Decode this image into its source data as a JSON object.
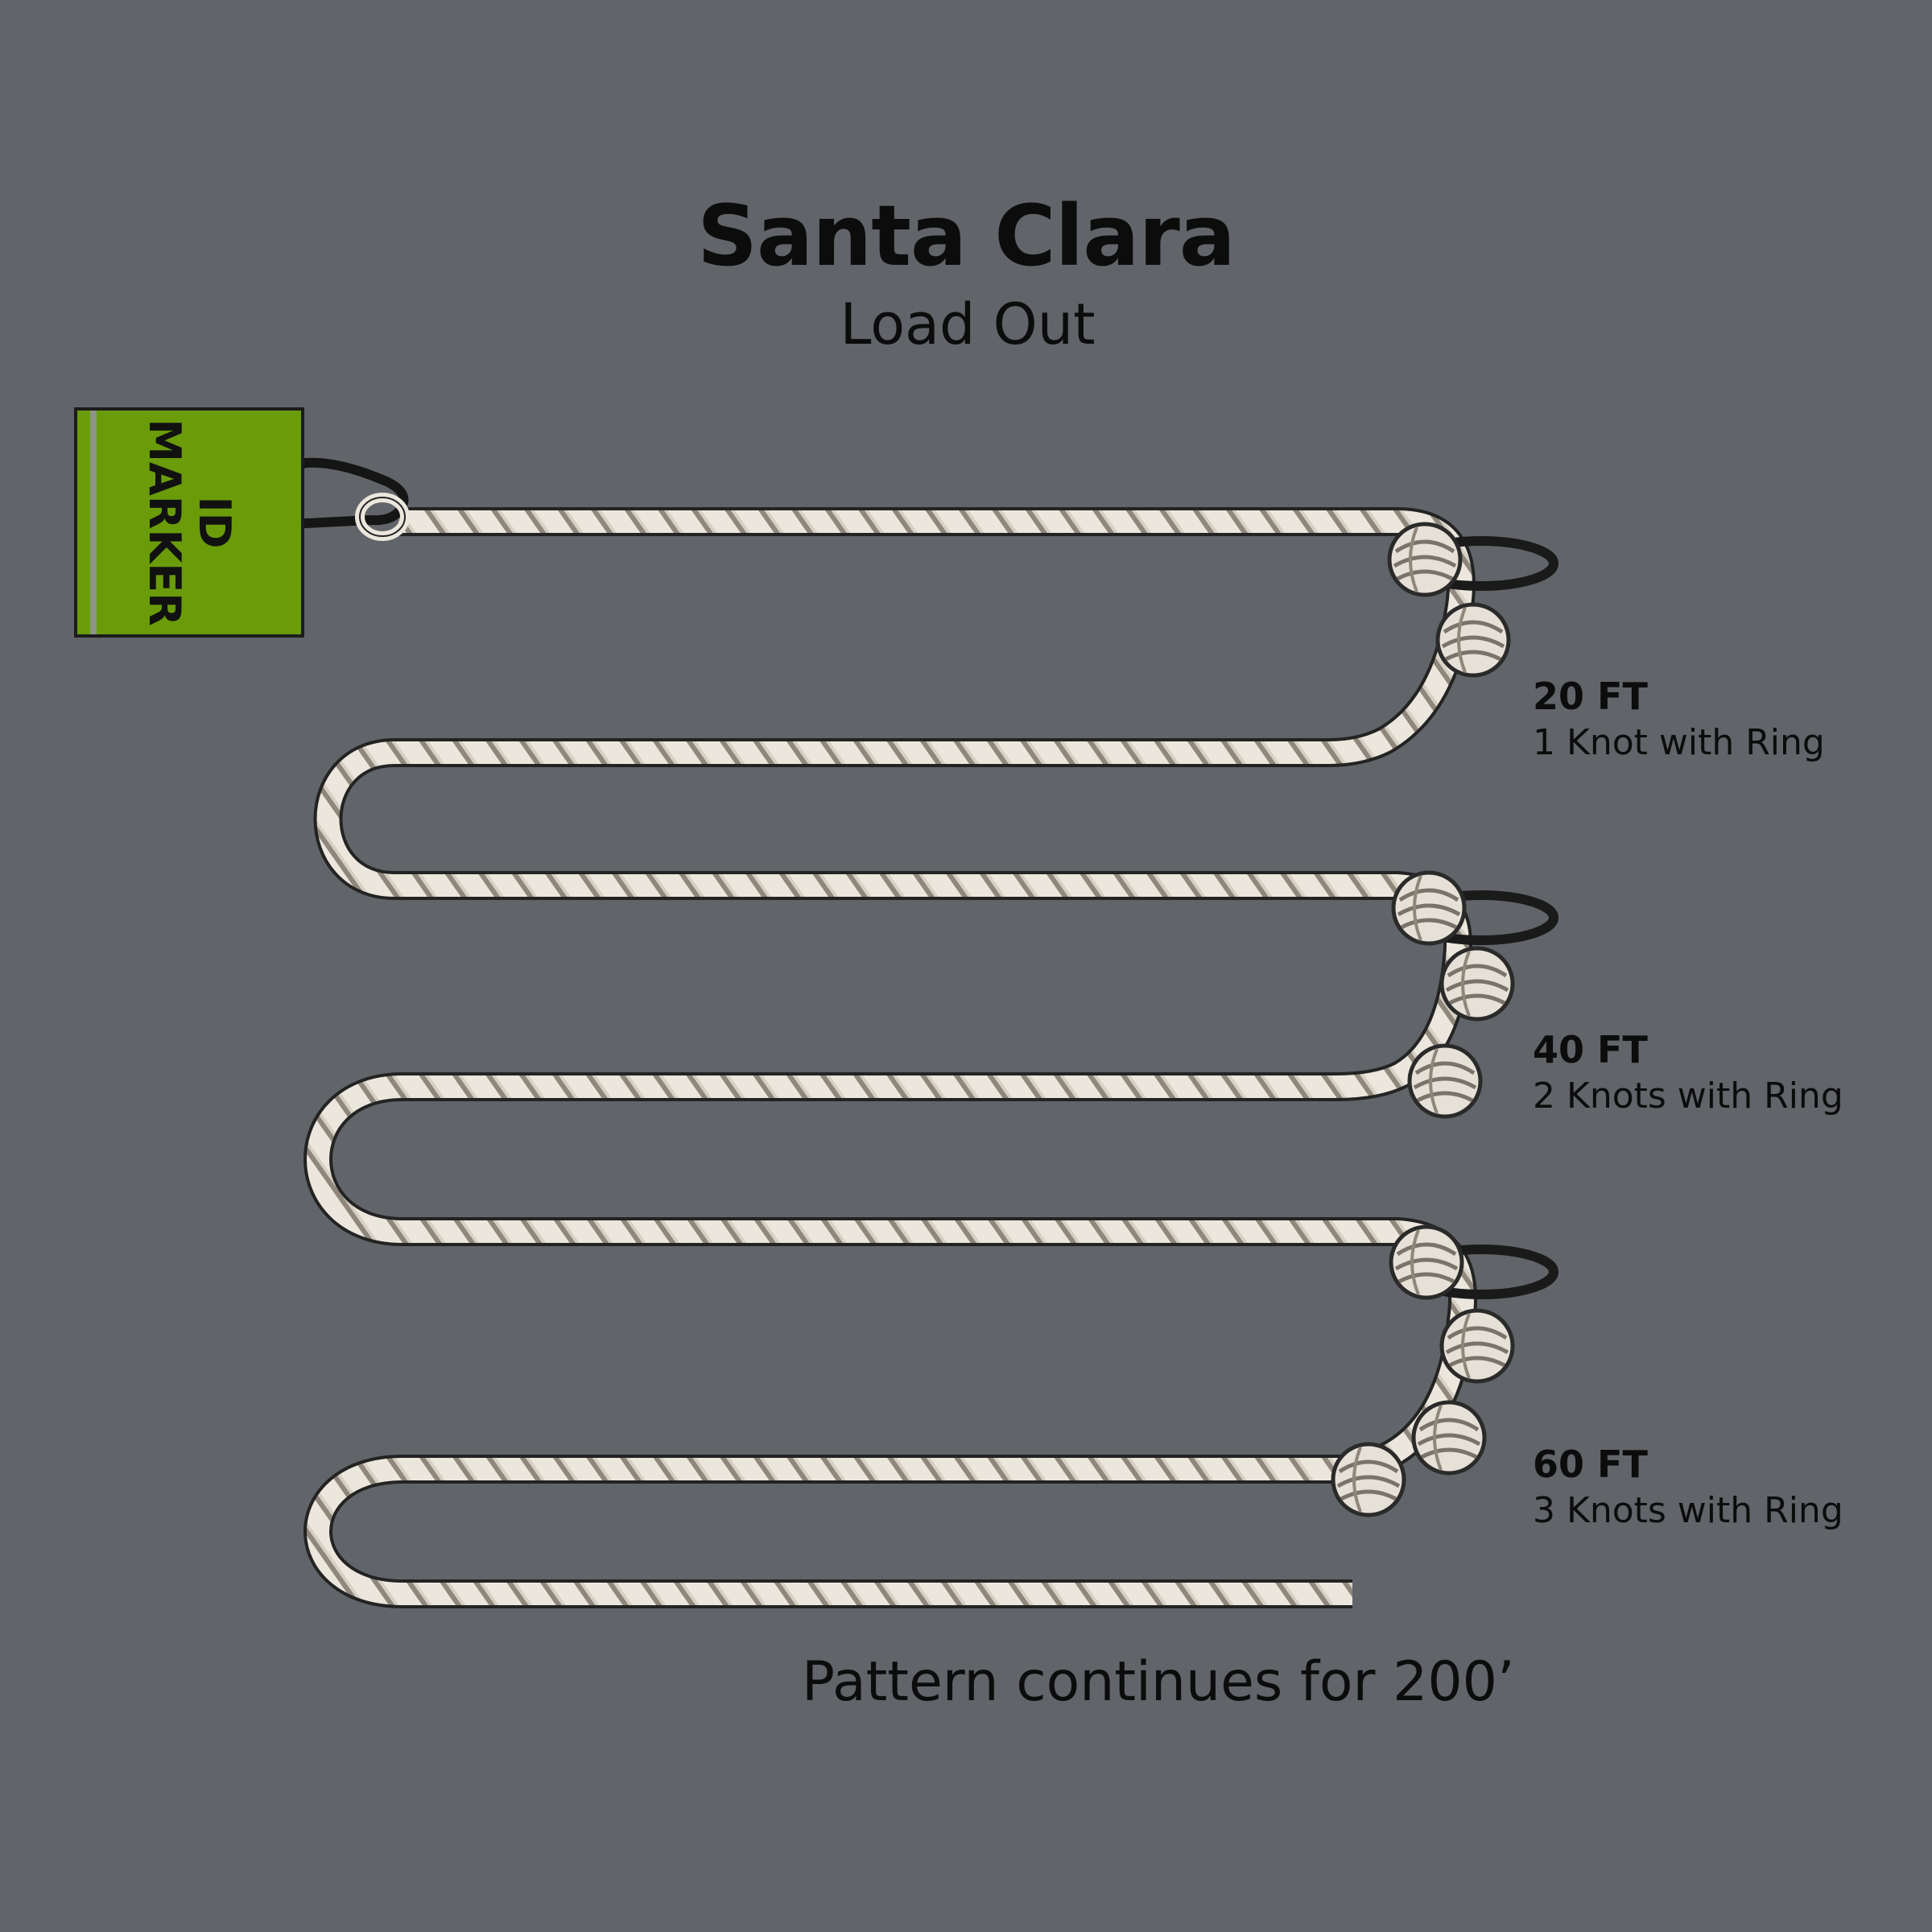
{
  "title": "Santa Clara",
  "subtitle": "Load Out",
  "id_tag": {
    "line1": "ID",
    "line2": "MARKER"
  },
  "markers": [
    {
      "distance": "20 FT",
      "description": "1 Knot with Ring",
      "knots": 1
    },
    {
      "distance": "40 FT",
      "description": "2 Knots with Ring",
      "knots": 2
    },
    {
      "distance": "60 FT",
      "description": "3 Knots with Ring",
      "knots": 3
    }
  ],
  "footer": "Pattern continues for 200’",
  "colors": {
    "background": "#616468",
    "rope": "#ebe6dc",
    "rope_outline": "#2a2a2a",
    "tag": "#6a9c0a",
    "ring": "#1a1a1a"
  }
}
